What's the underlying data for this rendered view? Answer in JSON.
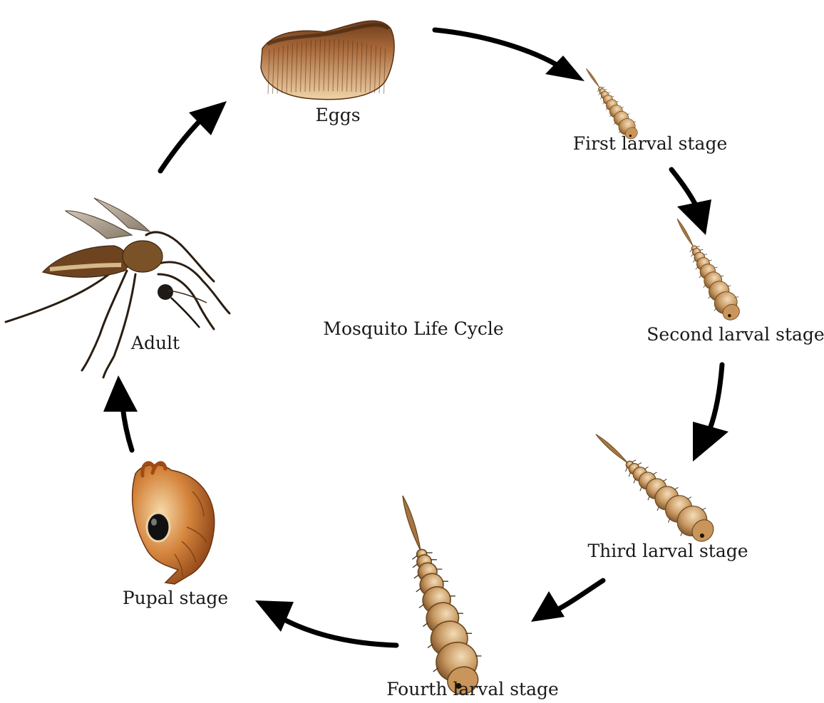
{
  "title": "Mosquito Life Cycle",
  "stages": [
    {
      "id": "eggs",
      "label": "Eggs"
    },
    {
      "id": "first",
      "label": "First larval stage"
    },
    {
      "id": "second",
      "label": "Second larval stage"
    },
    {
      "id": "third",
      "label": "Third larval stage"
    },
    {
      "id": "fourth",
      "label": "Fourth larval stage"
    },
    {
      "id": "pupa",
      "label": "Pupal stage"
    },
    {
      "id": "adult",
      "label": "Adult"
    }
  ],
  "colors": {
    "arrow": "#000000",
    "egg_light": "#e8c9a0",
    "egg_dark": "#6b3d1a",
    "larva_light": "#e6c79d",
    "larva_dark": "#8a5a2b",
    "pupa": "#c0692a",
    "adult_body": "#5a3a1e"
  }
}
